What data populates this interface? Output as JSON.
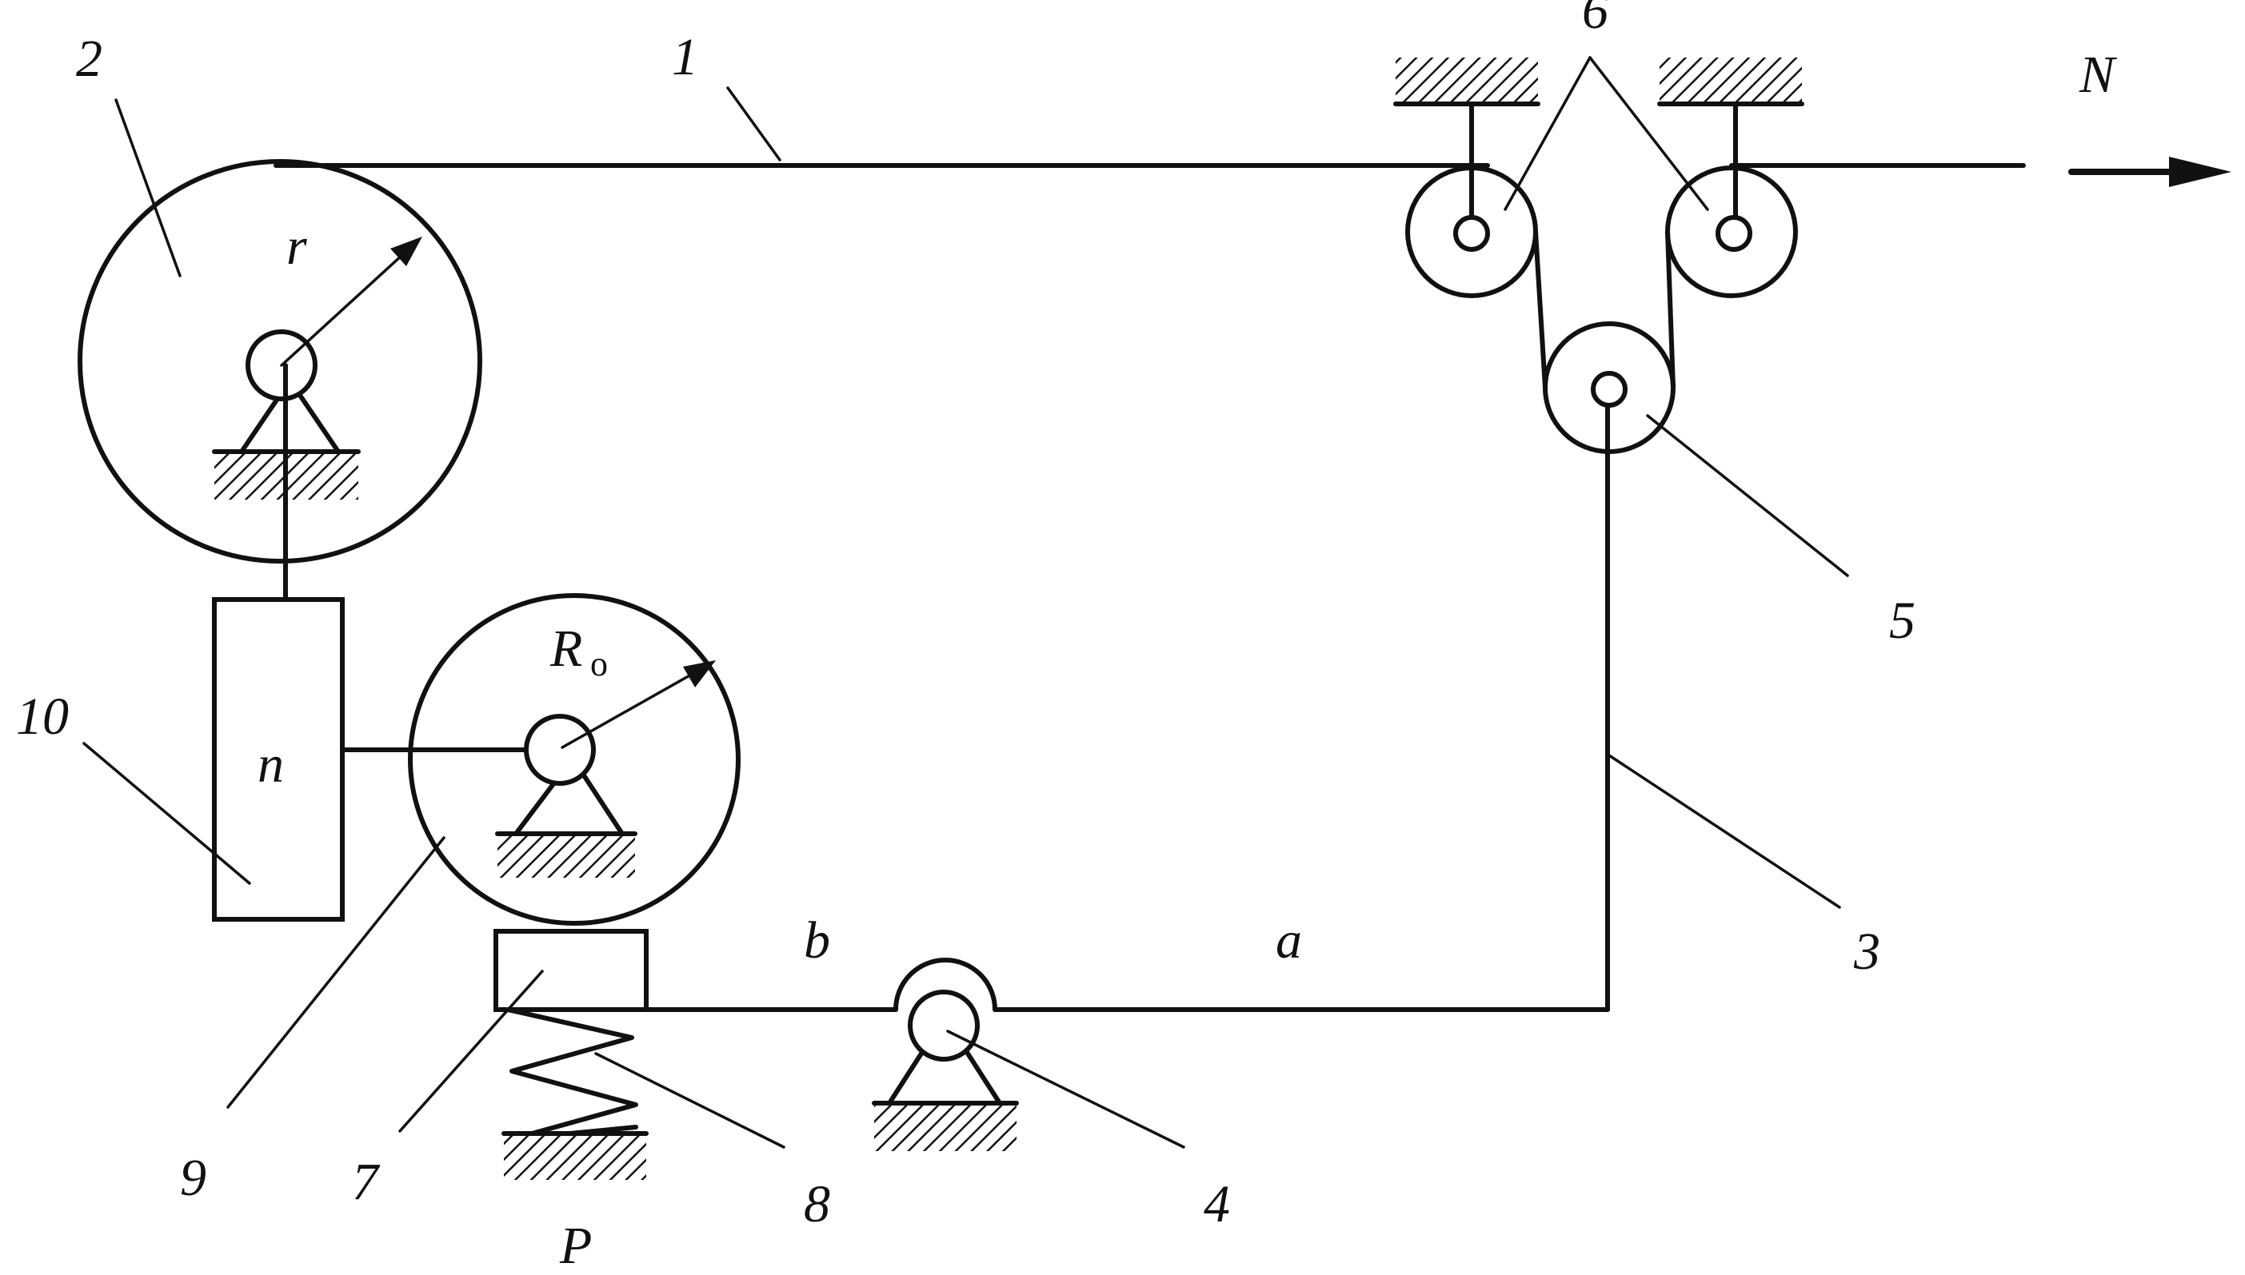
{
  "figure": {
    "labels": {
      "belt": "1",
      "drum": "2",
      "strand": "3",
      "roller_4": "4",
      "pulley_5": "5",
      "pulleys_6": "6",
      "brake_block": "7",
      "spring": "8",
      "brake_wheel": "9",
      "lever": "10",
      "radius_r": "r",
      "radius_R": "R",
      "radius_R_sub": "o",
      "mass_n": "n",
      "force_N": "N",
      "force_P": "P",
      "segment_a": "a",
      "segment_b": "b"
    }
  }
}
